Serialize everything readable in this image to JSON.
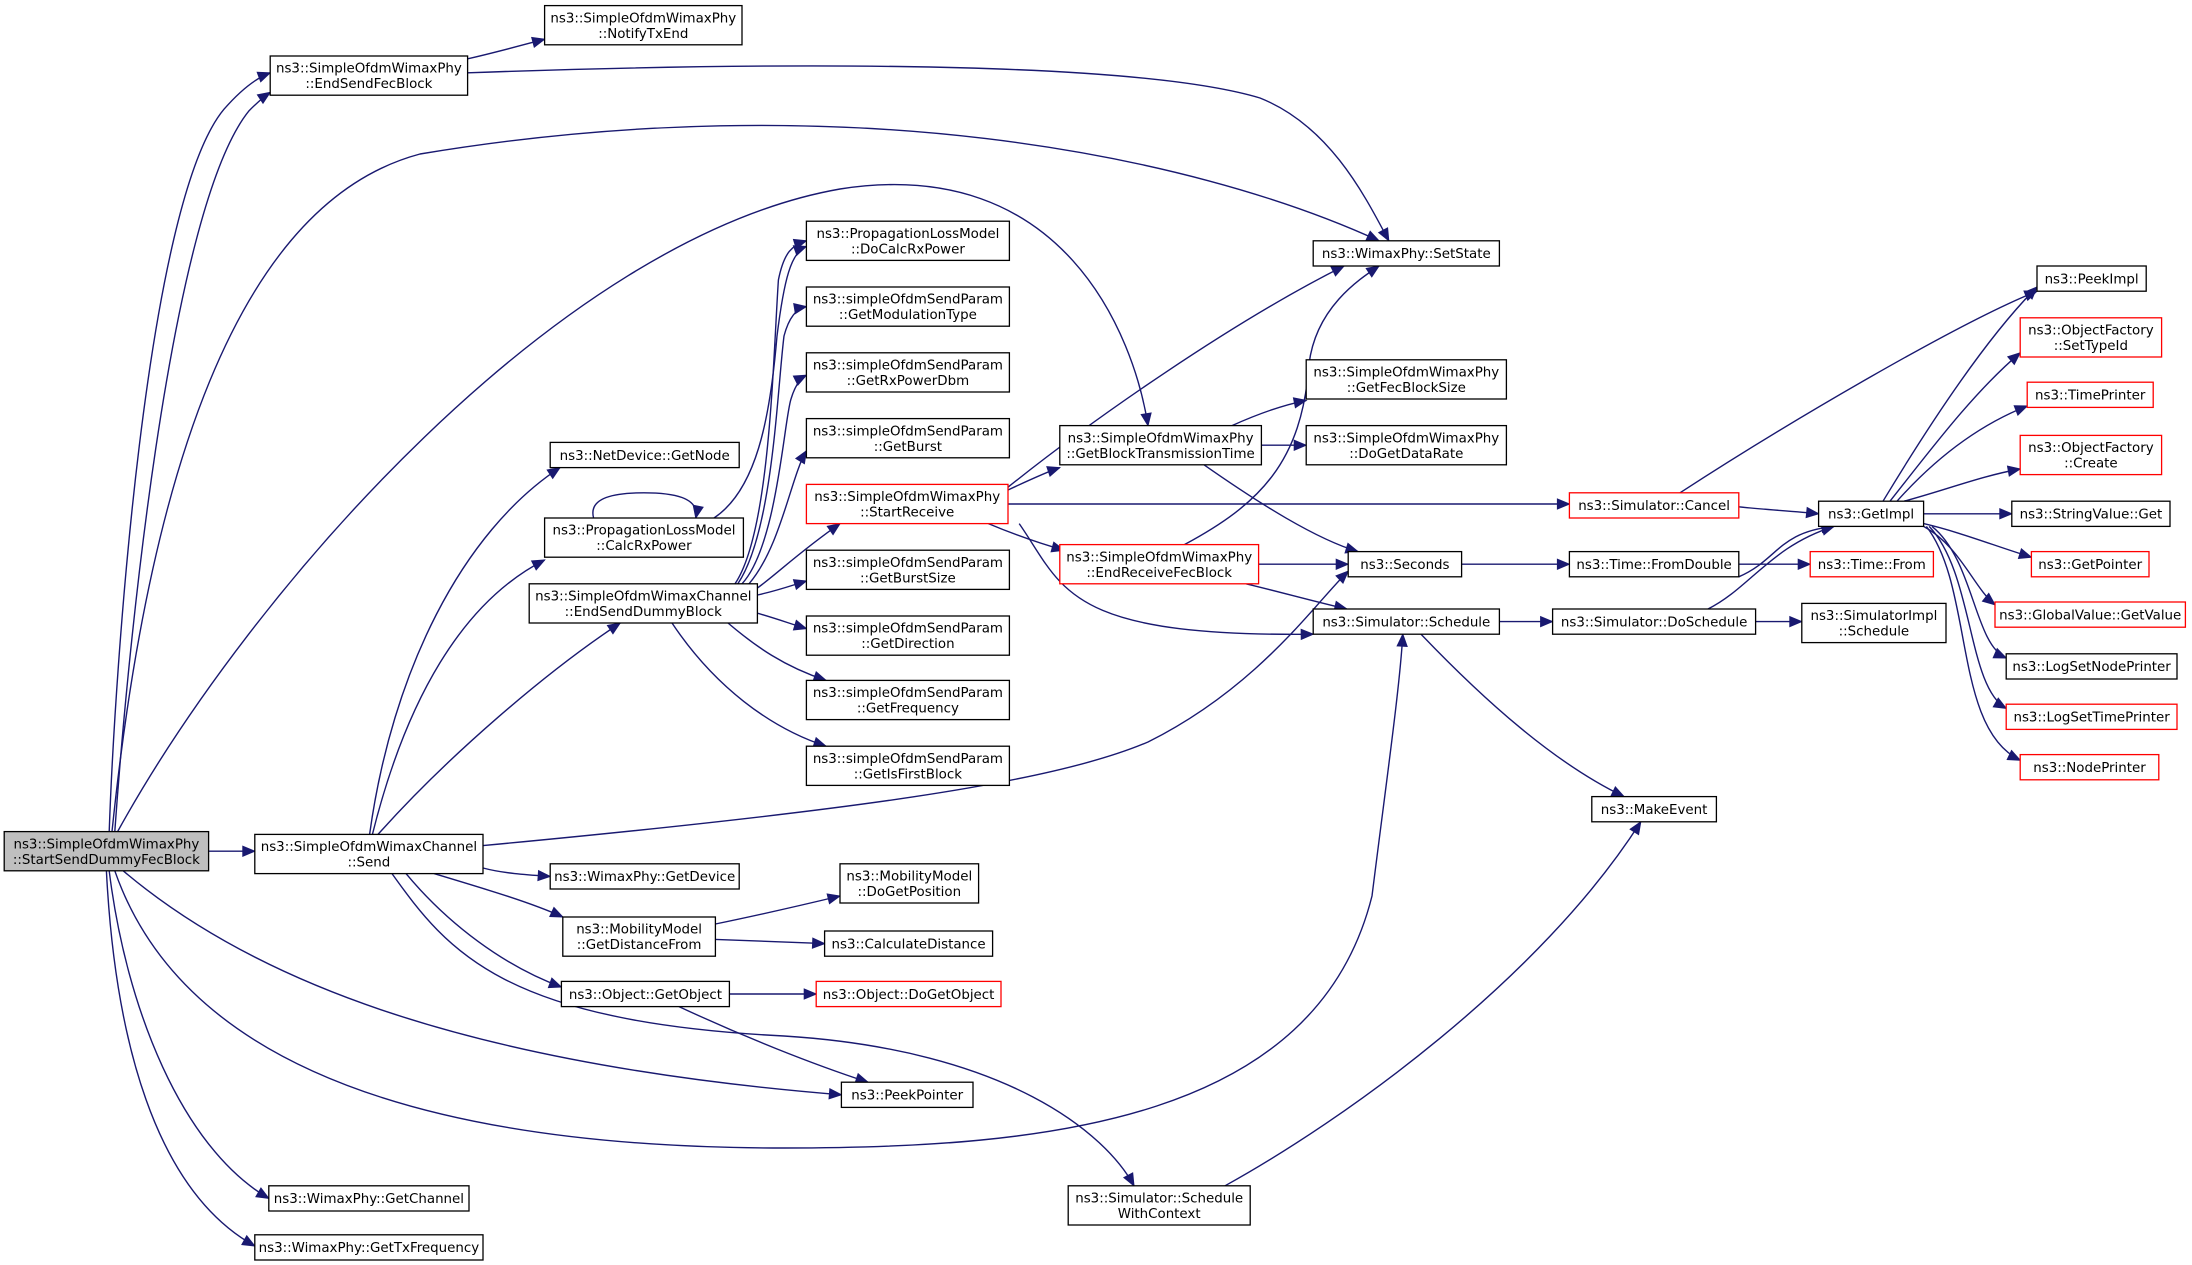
{
  "diagram": {
    "colors": {
      "edge": "#191970",
      "highlight_border": "#ff0000",
      "root_fill": "#bfbfbf"
    },
    "nodes": {
      "root": {
        "lines": [
          "ns3::SimpleOfdmWimaxPhy",
          "::StartSendDummyFecBlock"
        ],
        "style": "root"
      },
      "endSendFecBlock": {
        "lines": [
          "ns3::SimpleOfdmWimaxPhy",
          "::EndSendFecBlock"
        ],
        "style": "normal"
      },
      "notifyTxEnd": {
        "lines": [
          "ns3::SimpleOfdmWimaxPhy",
          "::NotifyTxEnd"
        ],
        "style": "normal"
      },
      "setState": {
        "lines": [
          "ns3::WimaxPhy::SetState"
        ],
        "style": "normal"
      },
      "doCalcRxPower": {
        "lines": [
          "ns3::PropagationLossModel",
          "::DoCalcRxPower"
        ],
        "style": "normal"
      },
      "getModulationType": {
        "lines": [
          "ns3::simpleOfdmSendParam",
          "::GetModulationType"
        ],
        "style": "normal"
      },
      "getRxPowerDbm": {
        "lines": [
          "ns3::simpleOfdmSendParam",
          "::GetRxPowerDbm"
        ],
        "style": "normal"
      },
      "getBurst": {
        "lines": [
          "ns3::simpleOfdmSendParam",
          "::GetBurst"
        ],
        "style": "normal"
      },
      "netDeviceGetNode": {
        "lines": [
          "ns3::NetDevice::GetNode"
        ],
        "style": "normal"
      },
      "calcRxPower": {
        "lines": [
          "ns3::PropagationLossModel",
          "::CalcRxPower"
        ],
        "style": "normal"
      },
      "startReceive": {
        "lines": [
          "ns3::SimpleOfdmWimaxPhy",
          "::StartReceive"
        ],
        "style": "red"
      },
      "getBlockTransmissionTime": {
        "lines": [
          "ns3::SimpleOfdmWimaxPhy",
          "::GetBlockTransmissionTime"
        ],
        "style": "normal"
      },
      "getFecBlockSize": {
        "lines": [
          "ns3::SimpleOfdmWimaxPhy",
          "::GetFecBlockSize"
        ],
        "style": "normal"
      },
      "doGetDataRate": {
        "lines": [
          "ns3::SimpleOfdmWimaxPhy",
          "::DoGetDataRate"
        ],
        "style": "normal"
      },
      "endSendDummyBlock": {
        "lines": [
          "ns3::SimpleOfdmWimaxChannel",
          "::EndSendDummyBlock"
        ],
        "style": "normal"
      },
      "getBurstSize": {
        "lines": [
          "ns3::simpleOfdmSendParam",
          "::GetBurstSize"
        ],
        "style": "normal"
      },
      "getDirection": {
        "lines": [
          "ns3::simpleOfdmSendParam",
          "::GetDirection"
        ],
        "style": "normal"
      },
      "getFrequency": {
        "lines": [
          "ns3::simpleOfdmSendParam",
          "::GetFrequency"
        ],
        "style": "normal"
      },
      "getIsFirstBlock": {
        "lines": [
          "ns3::simpleOfdmSendParam",
          "::GetIsFirstBlock"
        ],
        "style": "normal"
      },
      "endReceiveFecBlock": {
        "lines": [
          "ns3::SimpleOfdmWimaxPhy",
          "::EndReceiveFecBlock"
        ],
        "style": "red"
      },
      "seconds": {
        "lines": [
          "ns3::Seconds"
        ],
        "style": "normal"
      },
      "simulatorSchedule": {
        "lines": [
          "ns3::Simulator::Schedule"
        ],
        "style": "normal"
      },
      "simulatorCancel": {
        "lines": [
          "ns3::Simulator::Cancel"
        ],
        "style": "red"
      },
      "timeFromDouble": {
        "lines": [
          "ns3::Time::FromDouble"
        ],
        "style": "normal"
      },
      "timeFrom": {
        "lines": [
          "ns3::Time::From"
        ],
        "style": "red"
      },
      "doSchedule": {
        "lines": [
          "ns3::Simulator::DoSchedule"
        ],
        "style": "normal"
      },
      "simulatorImplSchedule": {
        "lines": [
          "ns3::SimulatorImpl",
          "::Schedule"
        ],
        "style": "normal"
      },
      "getImpl": {
        "lines": [
          "ns3::GetImpl"
        ],
        "style": "normal"
      },
      "peekImpl": {
        "lines": [
          "ns3::PeekImpl"
        ],
        "style": "normal"
      },
      "objectFactorySetTypeId": {
        "lines": [
          "ns3::ObjectFactory",
          "::SetTypeId"
        ],
        "style": "red"
      },
      "timePrinter": {
        "lines": [
          "ns3::TimePrinter"
        ],
        "style": "red"
      },
      "objectFactoryCreate": {
        "lines": [
          "ns3::ObjectFactory",
          "::Create"
        ],
        "style": "red"
      },
      "stringValueGet": {
        "lines": [
          "ns3::StringValue::Get"
        ],
        "style": "normal"
      },
      "getPointer": {
        "lines": [
          "ns3::GetPointer"
        ],
        "style": "red"
      },
      "globalValueGetValue": {
        "lines": [
          "ns3::GlobalValue::GetValue"
        ],
        "style": "red"
      },
      "logSetNodePrinter": {
        "lines": [
          "ns3::LogSetNodePrinter"
        ],
        "style": "normal"
      },
      "logSetTimePrinter": {
        "lines": [
          "ns3::LogSetTimePrinter"
        ],
        "style": "red"
      },
      "nodePrinter": {
        "lines": [
          "ns3::NodePrinter"
        ],
        "style": "red"
      },
      "makeEvent": {
        "lines": [
          "ns3::MakeEvent"
        ],
        "style": "normal"
      },
      "channelSend": {
        "lines": [
          "ns3::SimpleOfdmWimaxChannel",
          "::Send"
        ],
        "style": "normal"
      },
      "wimaxPhyGetDevice": {
        "lines": [
          "ns3::WimaxPhy::GetDevice"
        ],
        "style": "normal"
      },
      "mobilityDoGetPosition": {
        "lines": [
          "ns3::MobilityModel",
          "::DoGetPosition"
        ],
        "style": "normal"
      },
      "mobilityGetDistanceFrom": {
        "lines": [
          "ns3::MobilityModel",
          "::GetDistanceFrom"
        ],
        "style": "normal"
      },
      "calculateDistance": {
        "lines": [
          "ns3::CalculateDistance"
        ],
        "style": "normal"
      },
      "objectGetObject": {
        "lines": [
          "ns3::Object::GetObject"
        ],
        "style": "normal"
      },
      "objectDoGetObject": {
        "lines": [
          "ns3::Object::DoGetObject"
        ],
        "style": "red"
      },
      "peekPointer": {
        "lines": [
          "ns3::PeekPointer"
        ],
        "style": "normal"
      },
      "scheduleWithContext": {
        "lines": [
          "ns3::Simulator::Schedule",
          "WithContext"
        ],
        "style": "normal"
      },
      "wimaxPhyGetChannel": {
        "lines": [
          "ns3::WimaxPhy::GetChannel"
        ],
        "style": "normal"
      },
      "wimaxPhyGetTxFrequency": {
        "lines": [
          "ns3::WimaxPhy::GetTxFrequency"
        ],
        "style": "normal"
      }
    }
  }
}
